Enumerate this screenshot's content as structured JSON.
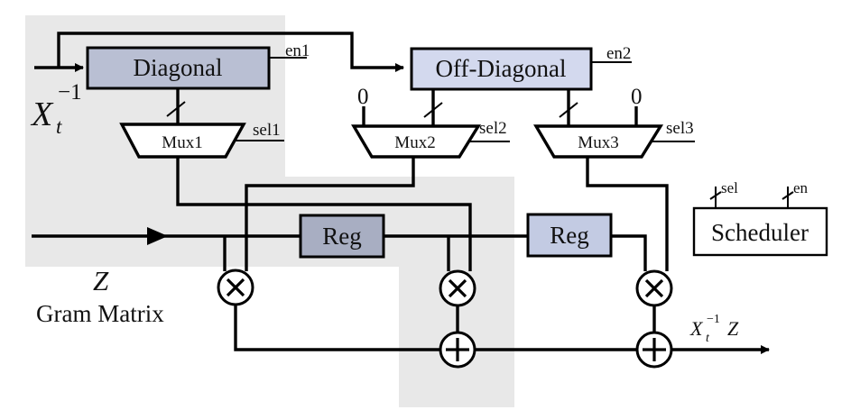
{
  "colors": {
    "region_shade": "#e8e8e8",
    "diagonal_fill": "#b9bfd3",
    "offdiagonal_fill": "#d3d9ee",
    "reg1_fill": "#a8aec2",
    "reg2_fill": "#c3cbe3",
    "scheduler_fill": "#ffffff",
    "line": "#000000"
  },
  "blocks": {
    "diagonal": "Diagonal",
    "off_diagonal": "Off-Diagonal",
    "reg1": "Reg",
    "reg2": "Reg",
    "scheduler": "Scheduler"
  },
  "muxes": {
    "mux1": "Mux1",
    "mux2": "Mux2",
    "mux3": "Mux3"
  },
  "signals": {
    "en1": "en1",
    "en2": "en2",
    "sel1": "sel1",
    "sel2": "sel2",
    "sel3": "sel3",
    "zero_a": "0",
    "zero_b": "0",
    "sched_sel": "sel",
    "sched_en": "en"
  },
  "labels": {
    "input_x_base": "X",
    "input_x_sub": "t",
    "input_x_sup": "−1",
    "input_z": "Z",
    "gram_matrix": "Gram Matrix",
    "output_x_base": "X",
    "output_x_sub": "t",
    "output_x_sup": "−1",
    "output_z": "Z"
  },
  "operators": {
    "multiplier": "×",
    "adder": "+"
  }
}
